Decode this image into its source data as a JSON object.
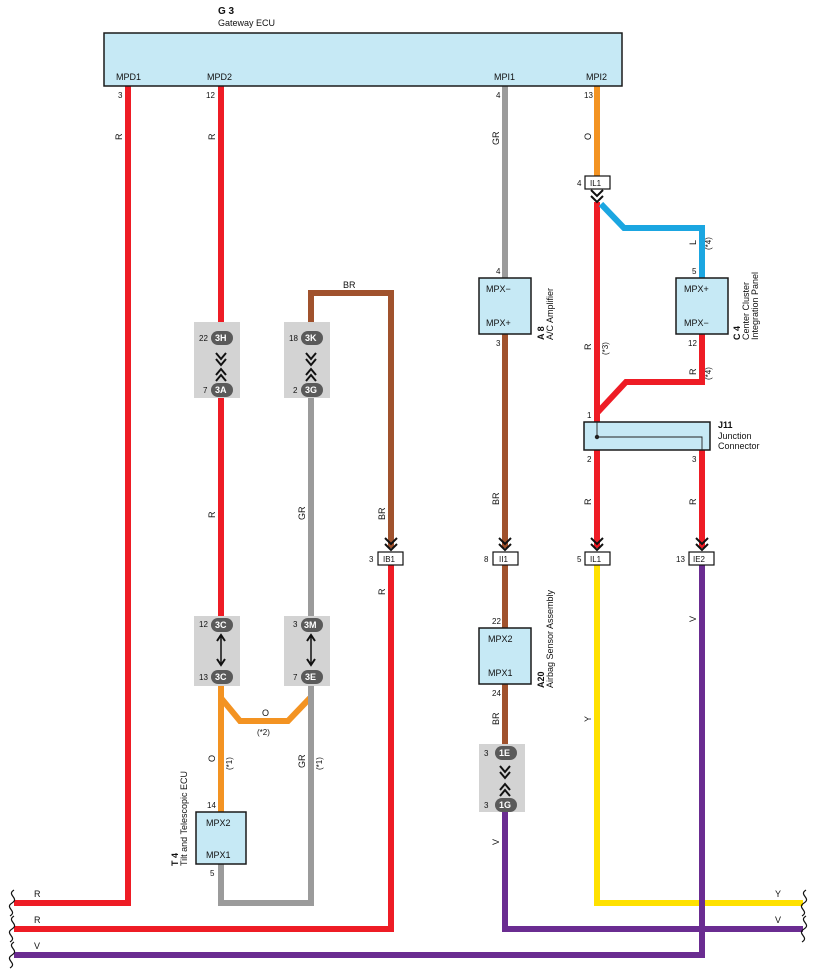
{
  "colors": {
    "R": "#ee1c25",
    "GR": "#9b9b9b",
    "O": "#f39322",
    "BR": "#a0522d",
    "L": "#1ba6e1",
    "Y": "#ffe100",
    "V": "#6a2c91"
  },
  "gateway": {
    "id": "G 3",
    "name": "Gateway ECU",
    "pins": [
      {
        "name": "MPD1",
        "num": "3"
      },
      {
        "name": "MPD2",
        "num": "12"
      },
      {
        "name": "MPI1",
        "num": "4"
      },
      {
        "name": "MPI2",
        "num": "13"
      }
    ]
  },
  "ac_amp": {
    "id": "A 8",
    "name": "A/C Amplifier",
    "pin_top": "MPX−",
    "pin_bot": "MPX+",
    "num_top": "4",
    "num_bot": "3"
  },
  "center_cluster": {
    "id": "C 4",
    "name1": "Center Cluster",
    "name2": "Integration Panel",
    "pin_top": "MPX+",
    "pin_bot": "MPX−",
    "num_top": "5",
    "num_bot": "12"
  },
  "junction": {
    "id": "J11",
    "name1": "Junction",
    "name2": "Connector",
    "num1": "1",
    "num2": "2",
    "num3": "3"
  },
  "airbag": {
    "id": "A20",
    "name": "Airbag Sensor Assembly",
    "pin_top": "MPX2",
    "pin_bot": "MPX1",
    "num_top": "22",
    "num_bot": "24"
  },
  "tilt_ecu": {
    "id": "T 4",
    "name": "Tilt and Telescopic ECU",
    "pin_top": "MPX2",
    "pin_bot": "MPX1",
    "num_top": "14",
    "num_bot": "5"
  },
  "inline_connectors": [
    {
      "num": "22",
      "code": "3H"
    },
    {
      "num": "7",
      "code": "3A"
    },
    {
      "num": "18",
      "code": "3K"
    },
    {
      "num": "2",
      "code": "3G"
    },
    {
      "num": "12",
      "code": "3C"
    },
    {
      "num": "13",
      "code": "3C"
    },
    {
      "num": "3",
      "code": "3M"
    },
    {
      "num": "7",
      "code": "3E"
    },
    {
      "num": "3",
      "code": "1E"
    },
    {
      "num": "3",
      "code": "1G"
    }
  ],
  "junction_tags": [
    {
      "num": "4",
      "code": "IL1"
    },
    {
      "num": "3",
      "code": "IB1"
    },
    {
      "num": "8",
      "code": "II1"
    },
    {
      "num": "5",
      "code": "IL1"
    },
    {
      "num": "13",
      "code": "IE2"
    }
  ],
  "wire_labels": {
    "w1": "R",
    "w2": "R",
    "w3": "GR",
    "w4": "O",
    "br_top": "BR",
    "l": "L",
    "l_note": "(*4)",
    "r_il1": "R",
    "r_il1_note": "(*3)",
    "r_c4": "R",
    "r_c4_note": "(*4)",
    "r_mpd2_mid": "R",
    "gr_3g": "GR",
    "br_ib1": "BR",
    "r_ib1": "R",
    "br_amp": "BR",
    "r_j2": "R",
    "r_j3": "R",
    "br_airbag": "BR",
    "y": "Y",
    "v_ie2": "V",
    "o_mid": "O",
    "o_mid_note": "(*2)",
    "o_left": "O",
    "o_left_note": "(*1)",
    "gr_3e": "GR",
    "gr_3e_note": "(*1)",
    "v_1g": "V",
    "bus_r1_left": "R",
    "bus_r2_left": "R",
    "bus_v_left": "V",
    "bus_y_right": "Y",
    "bus_v_right": "V"
  }
}
